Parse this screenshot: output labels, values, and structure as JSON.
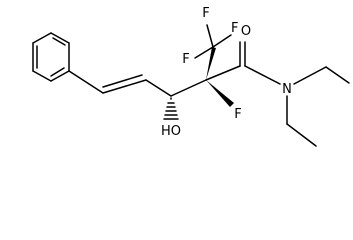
{
  "molecule": {
    "atoms": {
      "f1": "F",
      "f2": "F",
      "f3": "F",
      "f4": "F",
      "oxygen_carbonyl": "O",
      "nitrogen": "N",
      "hydroxyl": "HO"
    }
  }
}
